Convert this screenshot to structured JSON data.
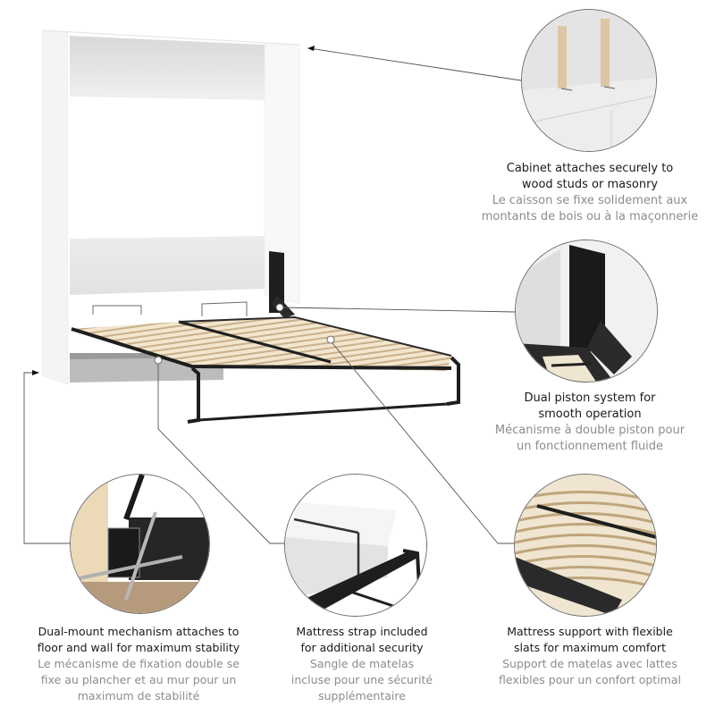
{
  "features": [
    {
      "id": "cabinet",
      "en_line1": "Cabinet attaches securely to",
      "en_line2": "wood studs or masonry",
      "fr_line1": "Le caisson se fixe solidement aux",
      "fr_line2": "montants de bois ou à la maçonnerie",
      "fr_line3": ""
    },
    {
      "id": "piston",
      "en_line1": "Dual piston system for",
      "en_line2": "smooth operation",
      "fr_line1": "Mécanisme à double piston pour",
      "fr_line2": "un fonctionnement fluide",
      "fr_line3": ""
    },
    {
      "id": "dual-mount",
      "en_line1": "Dual-mount mechanism attaches to",
      "en_line2": "floor and wall for maximum stability",
      "fr_line1": "Le mécanisme de fixation double se",
      "fr_line2": "fixe au plancher et au mur pour un",
      "fr_line3": "maximum de stabilité"
    },
    {
      "id": "strap",
      "en_line1": "Mattress strap included",
      "en_line2": "for additional security",
      "fr_line1": "Sangle de matelas",
      "fr_line2": "incluse pour une sécurité",
      "fr_line3": "supplémentaire"
    },
    {
      "id": "slats",
      "en_line1": "Mattress support with flexible",
      "en_line2": "slats for maximum comfort",
      "fr_line1": "Support de matelas avec lattes",
      "fr_line2": "flexibles pour un confort optimal",
      "fr_line3": ""
    }
  ],
  "colors": {
    "text_primary": "#1a1a1a",
    "text_secondary": "#8c8c8c",
    "leader_line": "#555555",
    "cabinet_white": "#f7f7f7",
    "metal_black": "#1e1e1e",
    "slat_wood": "#e6d3b3"
  }
}
